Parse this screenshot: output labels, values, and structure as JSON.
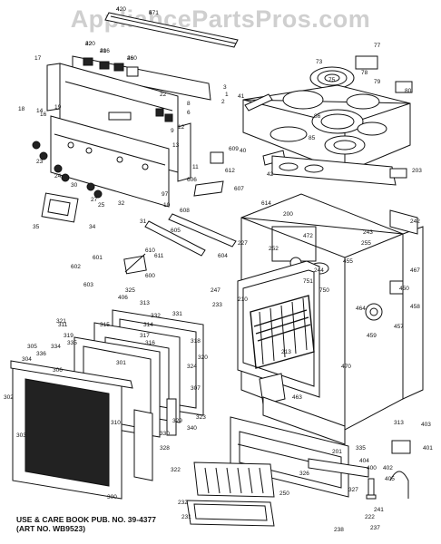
{
  "header": {
    "watermark": "AppliancePartsPros.com"
  },
  "footer": {
    "line1": "USE & CARE BOOK PUB. NO. 39-4377",
    "line2": "(ART NO. WB9523)"
  },
  "callouts": [
    "4",
    "5",
    "22",
    "26",
    "21",
    "22",
    "3",
    "1",
    "2",
    "8",
    "6",
    "13",
    "11",
    "12",
    "17",
    "14",
    "16",
    "9",
    "23",
    "24",
    "30",
    "27",
    "25",
    "97",
    "32",
    "34",
    "35",
    "31",
    "18",
    "10",
    "19",
    "609",
    "612",
    "606",
    "607",
    "608",
    "605",
    "604",
    "610",
    "602",
    "601",
    "603",
    "600",
    "611",
    "614",
    "77",
    "78",
    "79",
    "80",
    "73",
    "75",
    "86",
    "85",
    "40",
    "41",
    "203",
    "42",
    "200",
    "242",
    "227",
    "243",
    "472",
    "255",
    "252",
    "244",
    "455",
    "751",
    "750",
    "467",
    "450",
    "458",
    "457",
    "459",
    "464",
    "463",
    "213",
    "470",
    "233",
    "210",
    "247",
    "406",
    "313",
    "331",
    "332",
    "314",
    "317",
    "316",
    "318",
    "320",
    "324",
    "323",
    "322",
    "315",
    "321",
    "319",
    "335",
    "334",
    "336",
    "305",
    "304",
    "302",
    "303",
    "300",
    "301",
    "306",
    "307",
    "310",
    "329",
    "330",
    "340",
    "328",
    "311",
    "325",
    "326",
    "327",
    "335",
    "313",
    "404",
    "400",
    "403",
    "401",
    "402",
    "405",
    "241",
    "222",
    "237",
    "238",
    "232",
    "231",
    "250",
    "201",
    "420",
    "471",
    "420",
    "460",
    "406"
  ]
}
